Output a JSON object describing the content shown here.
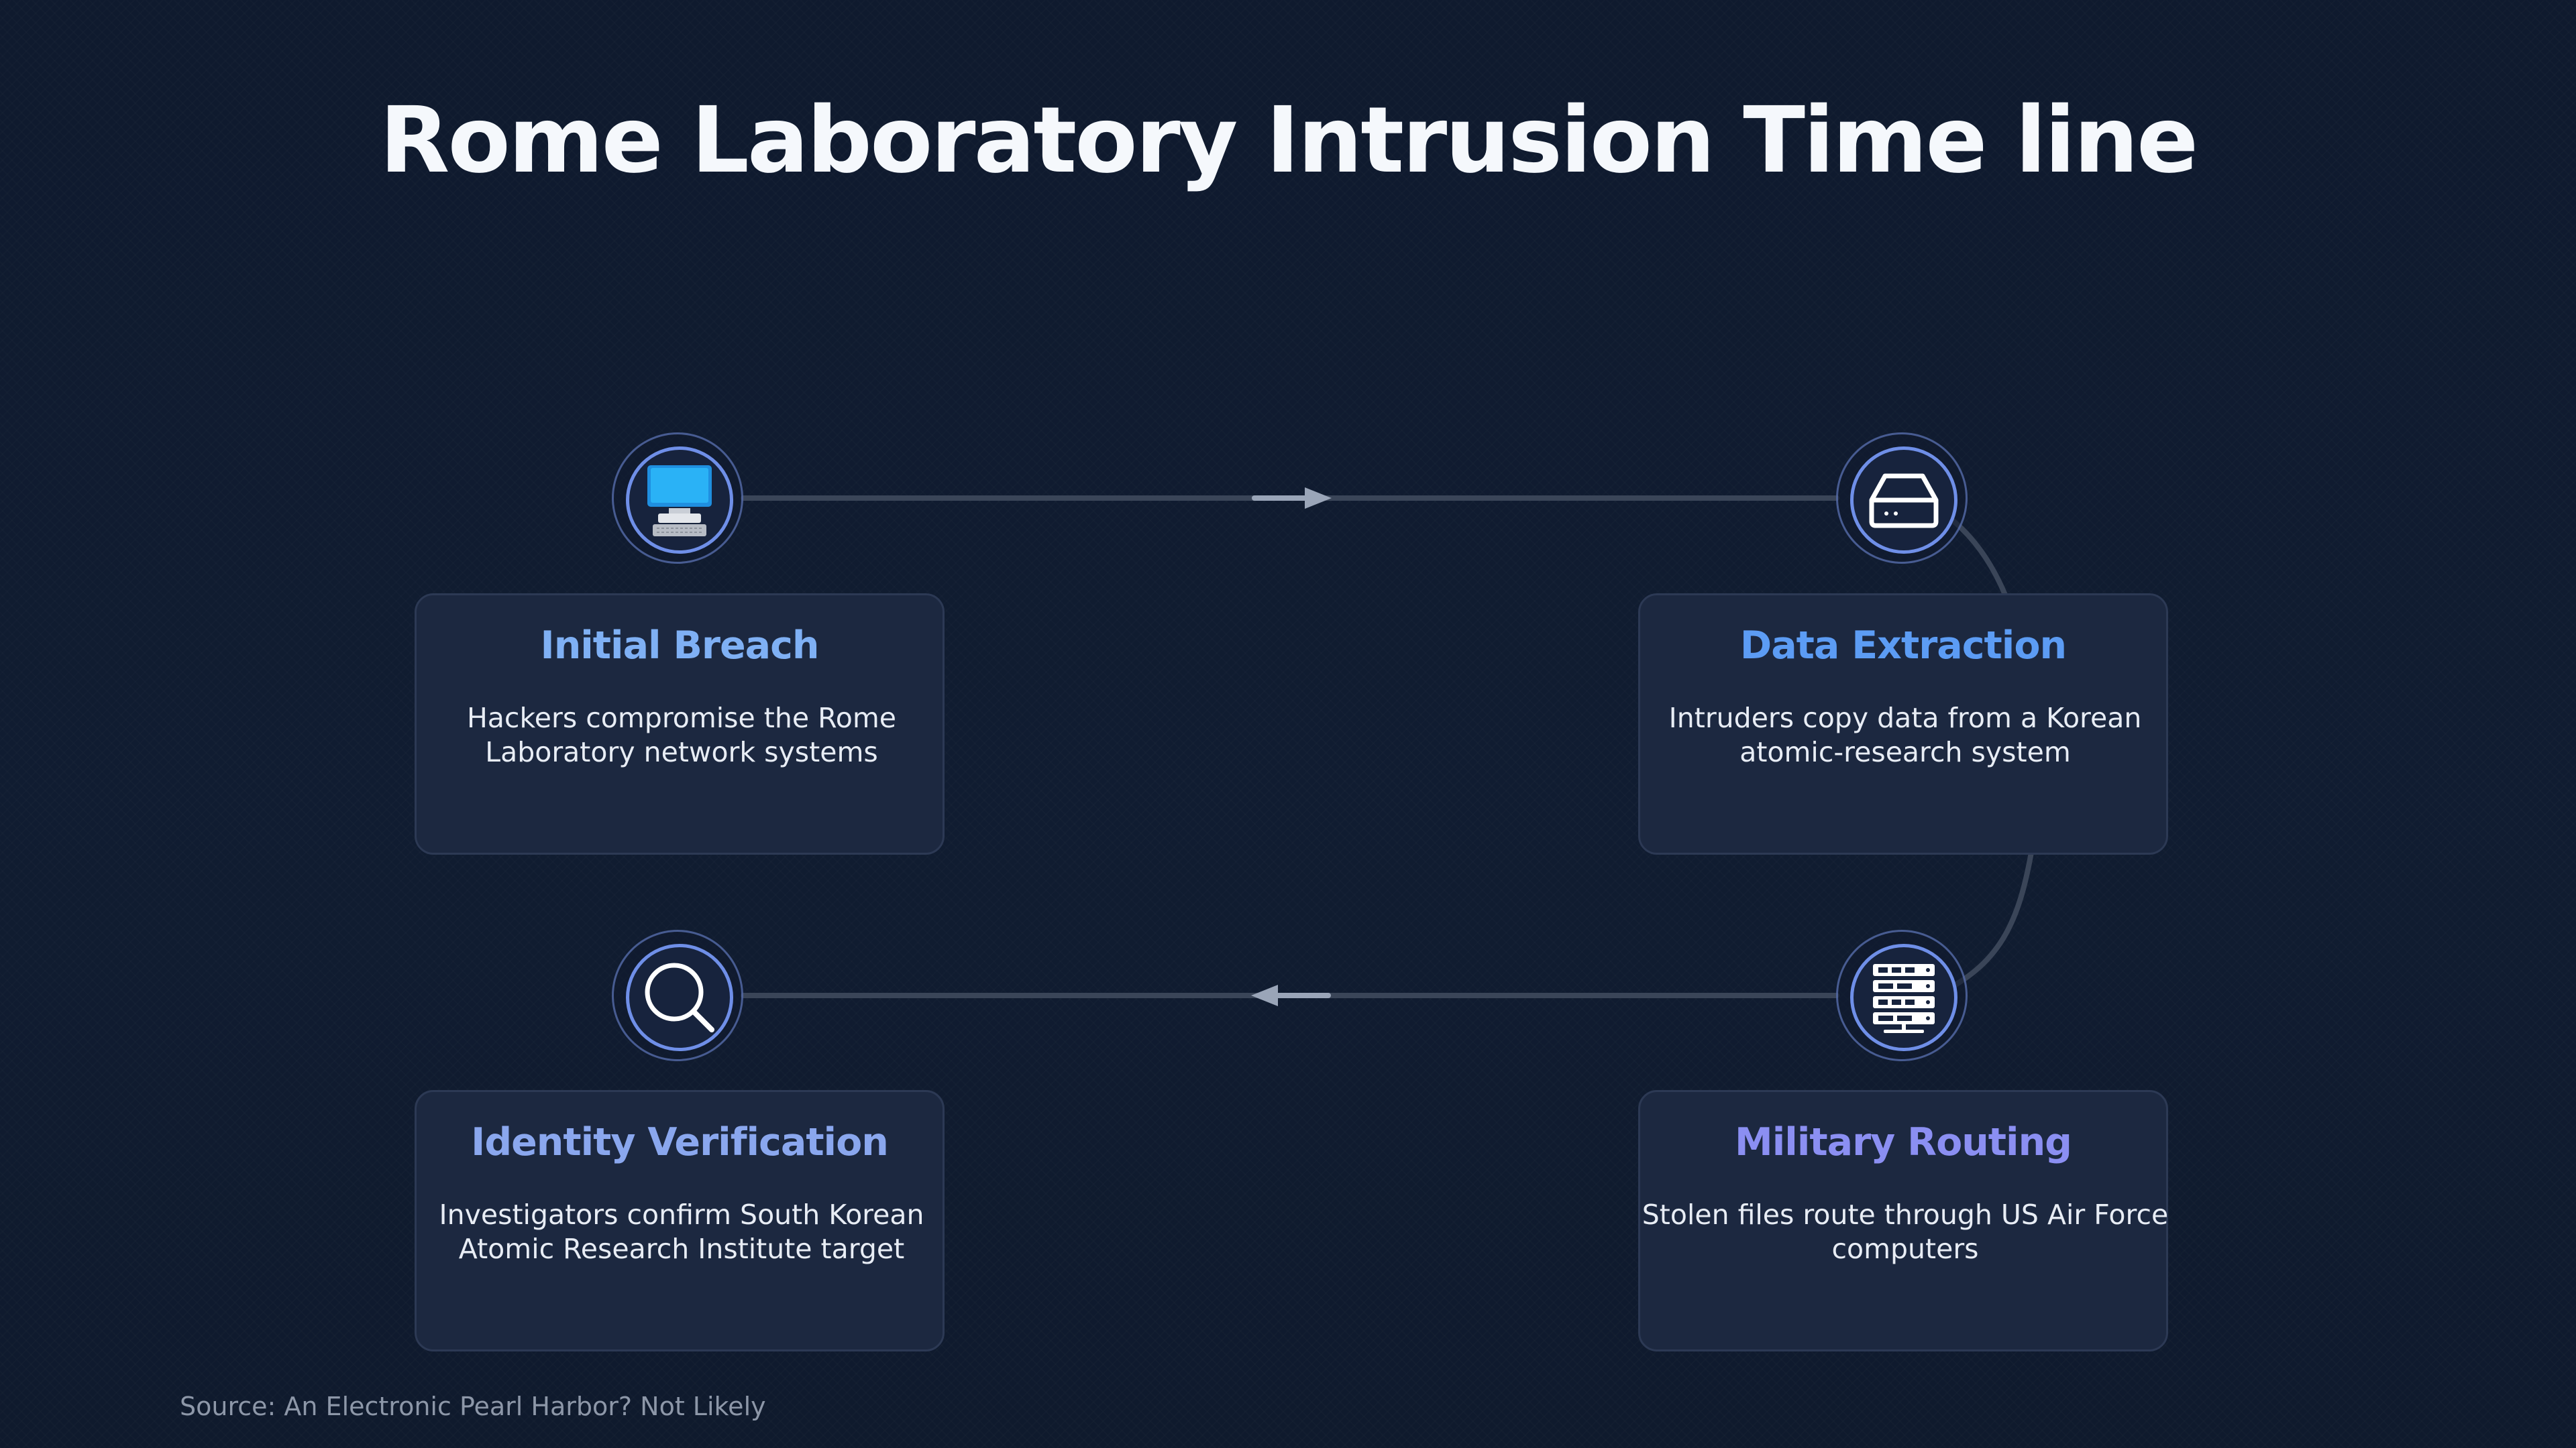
{
  "title": "Rome Laboratory Intrusion Time line",
  "colors": {
    "background": "#0f1a2e",
    "card": "#1c2840",
    "connector": "#3a4558",
    "node_ring": "#6f8fe8",
    "step_1_title": "#7fb0f4",
    "step_2_title": "#5c9cf4",
    "step_3_title": "#8b8ff2",
    "step_4_title": "#8aa7ee"
  },
  "steps": [
    {
      "icon": "computer-icon",
      "title": "Initial Breach",
      "description": "Hackers compromise the Rome Laboratory network systems"
    },
    {
      "icon": "hard-drive-icon",
      "title": "Data Extraction",
      "description": "Intruders copy data from a Korean atomic-research system"
    },
    {
      "icon": "server-rack-icon",
      "title": "Military Routing",
      "description": "Stolen files route through US Air Force computers"
    },
    {
      "icon": "magnifier-icon",
      "title": "Identity Verification",
      "description": "Investigators confirm South Korean Atomic Research Institute target"
    }
  ],
  "source": "Source: An Electronic Pearl Harbor? Not Likely"
}
